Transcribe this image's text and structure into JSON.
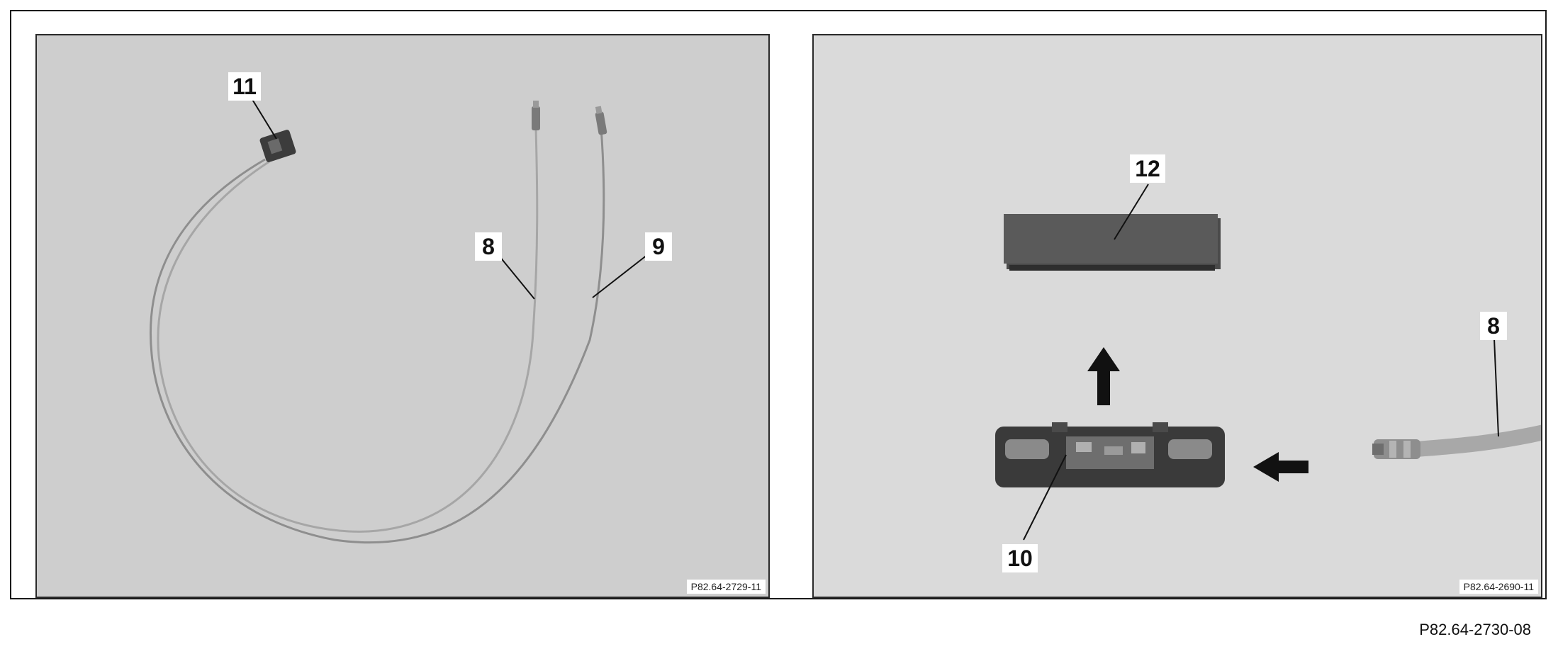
{
  "left_panel": {
    "callouts": {
      "connector": "11",
      "wire_a": "8",
      "wire_b": "9"
    },
    "image_code": "P82.64-2729-11"
  },
  "right_panel": {
    "callouts": {
      "cover": "12",
      "housing": "10",
      "wire": "8"
    },
    "image_code": "P82.64-2690-11"
  },
  "figure_code": "P82.64-2730-08",
  "colors": {
    "frame": "#1a1a1a",
    "left_background": "#cecece",
    "right_background": "#dadada",
    "wire": "#9a9a9a",
    "part_dark": "#3c3c3c"
  }
}
